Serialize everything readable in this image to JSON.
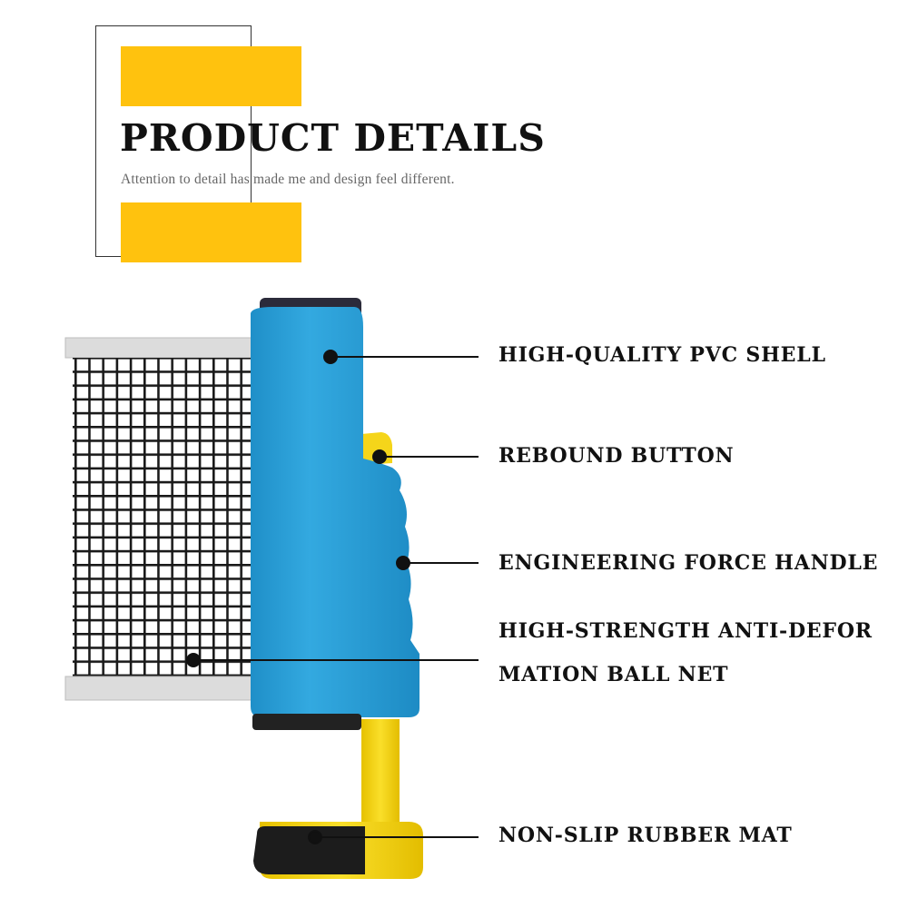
{
  "header": {
    "title": "PRODUCT DETAILS",
    "subtitle": "Attention to detail has made me and design feel different."
  },
  "callouts": [
    {
      "id": "pvc-shell",
      "label": "HIGH-QUALITY PVC SHELL"
    },
    {
      "id": "rebound-button",
      "label": "REBOUND BUTTON"
    },
    {
      "id": "force-handle",
      "label": "ENGINEERING FORCE HANDLE"
    },
    {
      "id": "ball-net-line1",
      "label": "HIGH-STRENGTH ANTI-DEFOR"
    },
    {
      "id": "ball-net-line2",
      "label": "MATION BALL NET"
    },
    {
      "id": "rubber-mat",
      "label": "NON-SLIP RUBBER MAT"
    }
  ],
  "colors": {
    "accent_yellow": "#ffc20e",
    "handle_blue": "#2a9fd6",
    "clamp_yellow": "#f5d51a",
    "text_dark": "#111111",
    "subtitle_gray": "#666666"
  }
}
